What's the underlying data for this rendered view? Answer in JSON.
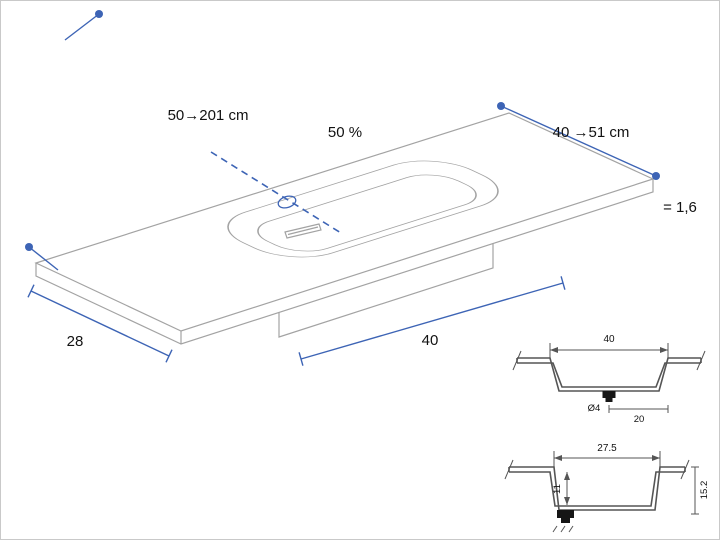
{
  "drawing": {
    "labels": {
      "width_range": "50→201 cm",
      "basin_position": "50 %",
      "depth_range": "40 →51 cm",
      "thickness": "= 1,6",
      "left_depth": "28",
      "front_width": "40"
    },
    "colors": {
      "dimension_blue": "#3d64b5",
      "outline_gray": "#a3a3a3",
      "section_gray": "#555555"
    }
  },
  "section_top": {
    "width": "40",
    "drain_diameter": "Ø4",
    "drain_offset": "20"
  },
  "section_bottom": {
    "width": "27.5",
    "inner_depth": "11",
    "total_height": "15.2"
  }
}
